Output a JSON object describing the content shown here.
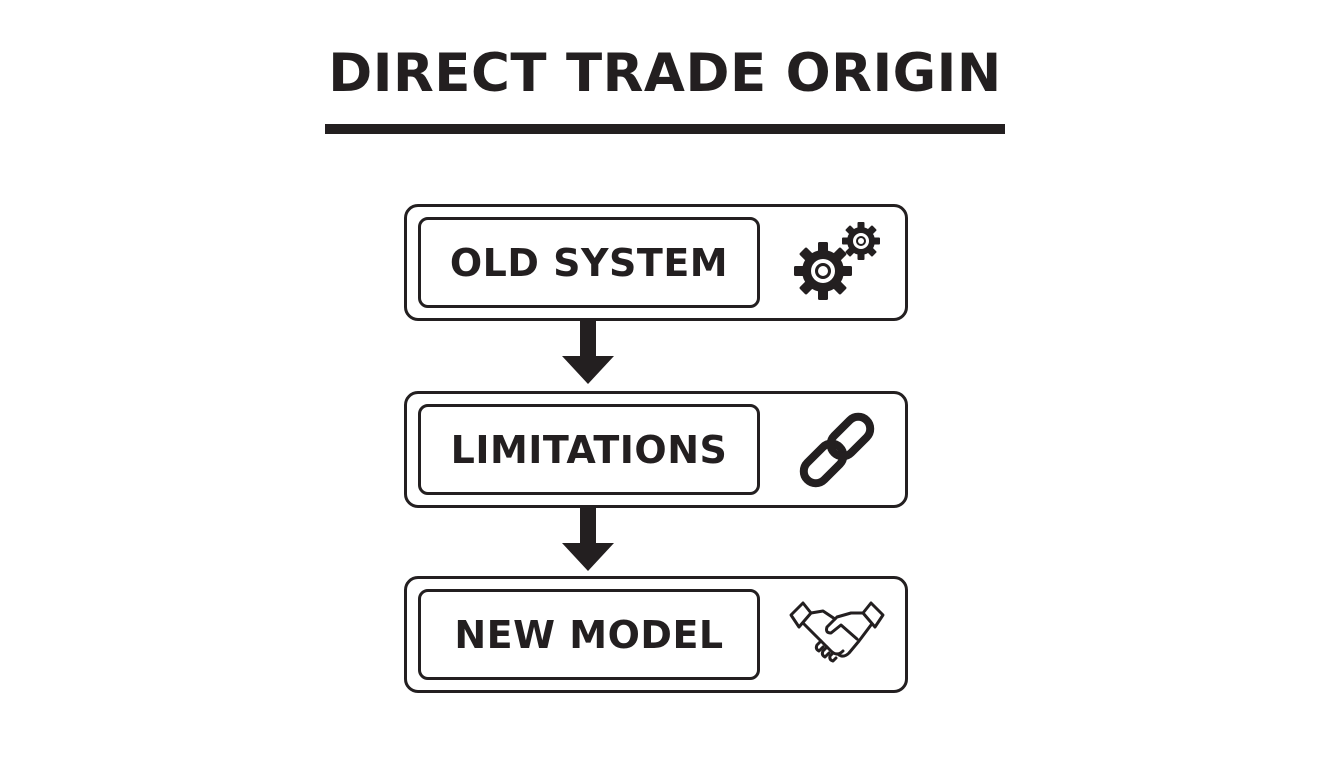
{
  "title": "DIRECT TRADE ORIGIN",
  "steps": [
    {
      "label": "OLD SYSTEM",
      "icon": "gears-icon"
    },
    {
      "label": "LIMITATIONS",
      "icon": "chain-link-icon"
    },
    {
      "label": "NEW MODEL",
      "icon": "handshake-icon"
    }
  ],
  "colors": {
    "ink": "#231f20",
    "background": "#ffffff"
  }
}
